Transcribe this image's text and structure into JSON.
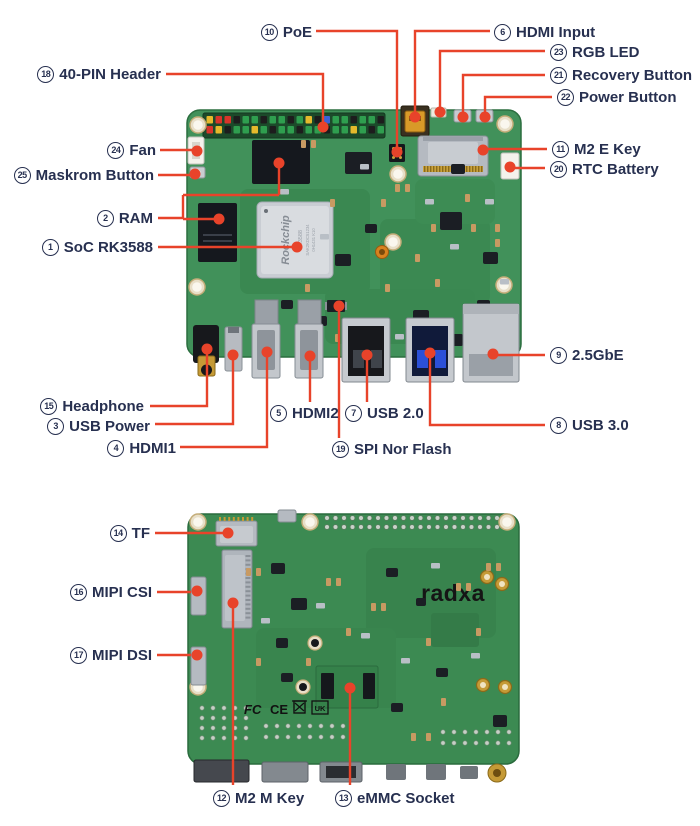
{
  "diagram": {
    "colors": {
      "callout": "#e8432a",
      "label_text": "#273050",
      "pcb_top": "#41915a",
      "pcb_bottom": "#3c8a52",
      "gpio_blue_pin": "#3a62d8",
      "usb3_blue": "#2b50d8",
      "hdmi_in_gold": "#d89a28"
    },
    "soc": {
      "brand": "Rockchip",
      "model": "RK3588",
      "lot_line1": "SAK2KDC51234",
      "lot_line2": "0H1431 K10"
    },
    "logo": "radxa",
    "marks": {
      "fcc": "FC",
      "ce": "CE",
      "ukca": "UK"
    },
    "gpio_pin_colors": {
      "top": [
        "#e5b92c",
        "#d8342a",
        "#d8342a",
        "#1d1d1d",
        "#2f9e4f",
        "#2f9e4f",
        "#1d1d1d",
        "#2f9e4f",
        "#2f9e4f",
        "#1d1d1d",
        "#2f9e4f",
        "#e5b92c",
        "#1d1d1d",
        "#3a62d8",
        "#2f9e4f",
        "#2f9e4f",
        "#1d1d1d",
        "#2f9e4f",
        "#2f9e4f",
        "#1d1d1d"
      ],
      "bottom": [
        "#d8342a",
        "#e5b92c",
        "#1d1d1d",
        "#2f9e4f",
        "#2f9e4f",
        "#e5b92c",
        "#2f9e4f",
        "#1d1d1d",
        "#2f9e4f",
        "#2f9e4f",
        "#1d1d1d",
        "#2f9e4f",
        "#2f9e4f",
        "#1d1d1d",
        "#2f9e4f",
        "#2f9e4f",
        "#e5b92c",
        "#2f9e4f",
        "#1d1d1d",
        "#2f9e4f"
      ]
    },
    "labels": {
      "soc": {
        "num": "1",
        "text": "SoC RK3588"
      },
      "ram": {
        "num": "2",
        "text": "RAM"
      },
      "usb_power": {
        "num": "3",
        "text": "USB Power"
      },
      "hdmi1": {
        "num": "4",
        "text": "HDMI1"
      },
      "hdmi2": {
        "num": "5",
        "text": "HDMI2"
      },
      "hdmi_input": {
        "num": "6",
        "text": "HDMI Input"
      },
      "usb2": {
        "num": "7",
        "text": "USB 2.0"
      },
      "usb3": {
        "num": "8",
        "text": "USB 3.0"
      },
      "gbe": {
        "num": "9",
        "text": "2.5GbE"
      },
      "poe": {
        "num": "10",
        "text": "PoE"
      },
      "m2e": {
        "num": "11",
        "text": "M2 E Key"
      },
      "m2m": {
        "num": "12",
        "text": "M2 M Key"
      },
      "emmc": {
        "num": "13",
        "text": "eMMC Socket"
      },
      "tf": {
        "num": "14",
        "text": "TF"
      },
      "headphone": {
        "num": "15",
        "text": "Headphone"
      },
      "csi": {
        "num": "16",
        "text": "MIPI CSI"
      },
      "dsi": {
        "num": "17",
        "text": "MIPI DSI"
      },
      "pin40": {
        "num": "18",
        "text": "40-PIN Header"
      },
      "spi": {
        "num": "19",
        "text": "SPI Nor Flash"
      },
      "rtc": {
        "num": "20",
        "text": "RTC Battery"
      },
      "recovery": {
        "num": "21",
        "text": "Recovery Button"
      },
      "power": {
        "num": "22",
        "text": "Power Button"
      },
      "rgb_led": {
        "num": "23",
        "text": "RGB LED"
      },
      "fan": {
        "num": "24",
        "text": "Fan"
      },
      "maskrom": {
        "num": "25",
        "text": "Maskrom Button"
      }
    }
  }
}
